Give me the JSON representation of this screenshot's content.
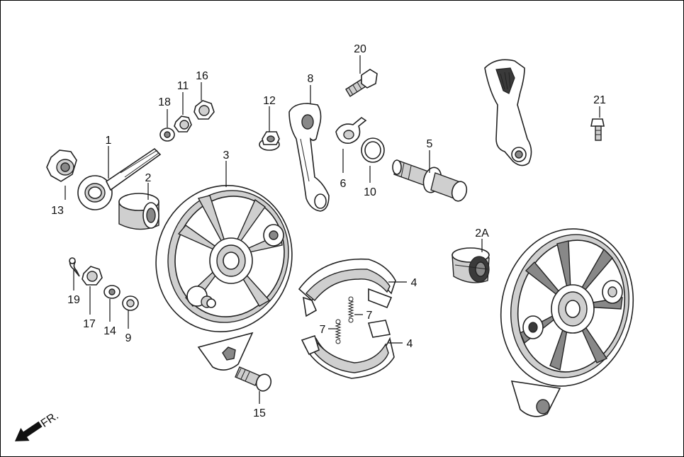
{
  "labels": {
    "p1": "1",
    "p2": "2",
    "p2a": "2A",
    "p3": "3",
    "p4a": "4",
    "p4b": "4",
    "p5": "5",
    "p6": "6",
    "p7a": "7",
    "p7b": "7",
    "p8": "8",
    "p9": "9",
    "p10": "10",
    "p11": "11",
    "p12": "12",
    "p13": "13",
    "p14": "14",
    "p15": "15",
    "p16": "16",
    "p17": "17",
    "p18": "18",
    "p19": "19",
    "p20": "20",
    "p21": "21"
  },
  "direction": {
    "text": "FR."
  }
}
